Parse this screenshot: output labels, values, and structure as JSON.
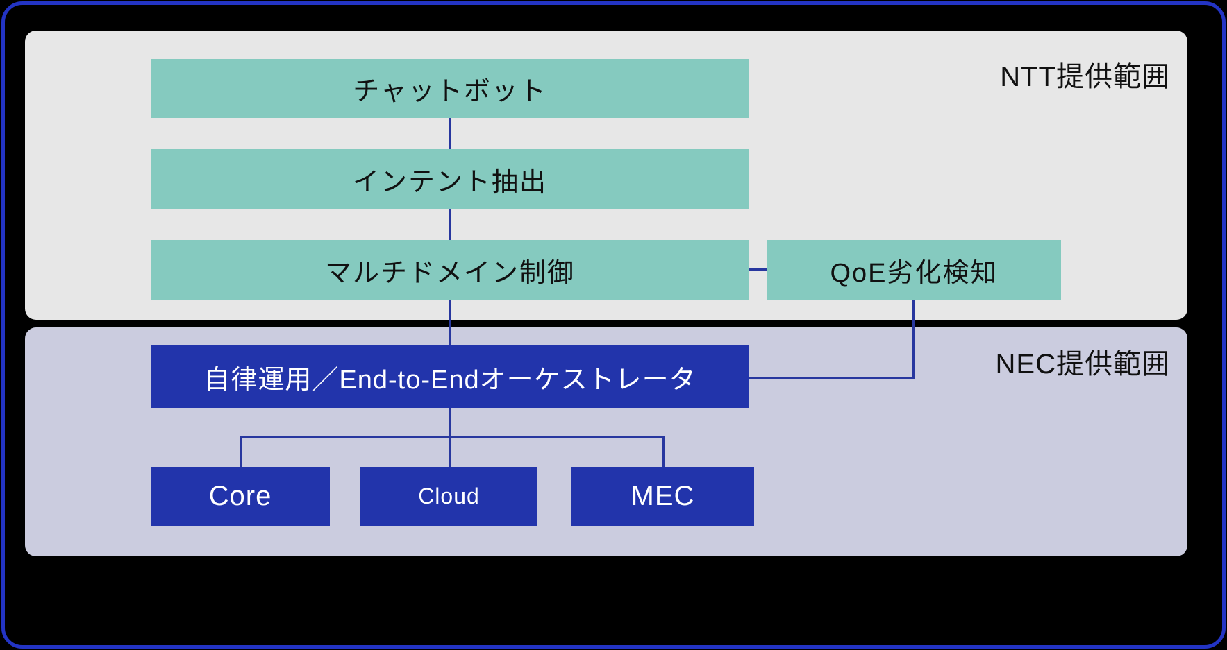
{
  "panels": {
    "ntt": {
      "label": "NTT提供範囲"
    },
    "nec": {
      "label": "NEC提供範囲"
    }
  },
  "nodes": {
    "chatbot": {
      "label": "チャットボット"
    },
    "intent": {
      "label": "インテント抽出"
    },
    "multidomain": {
      "label": "マルチドメイン制御"
    },
    "qoe": {
      "label": "QoE劣化検知"
    },
    "orchestrator": {
      "label": "自律運用／End-to-Endオーケストレータ"
    },
    "core": {
      "label": "Core"
    },
    "cloud": {
      "label": "Cloud"
    },
    "mec": {
      "label": "MEC"
    }
  },
  "colors": {
    "border_blue": "#2334c4",
    "panel_gray": "#e7e7e7",
    "panel_lavender": "#cbccdf",
    "teal": "#85cabf",
    "box_blue": "#2234ab",
    "line_blue": "#28379f",
    "background": "#000000"
  }
}
